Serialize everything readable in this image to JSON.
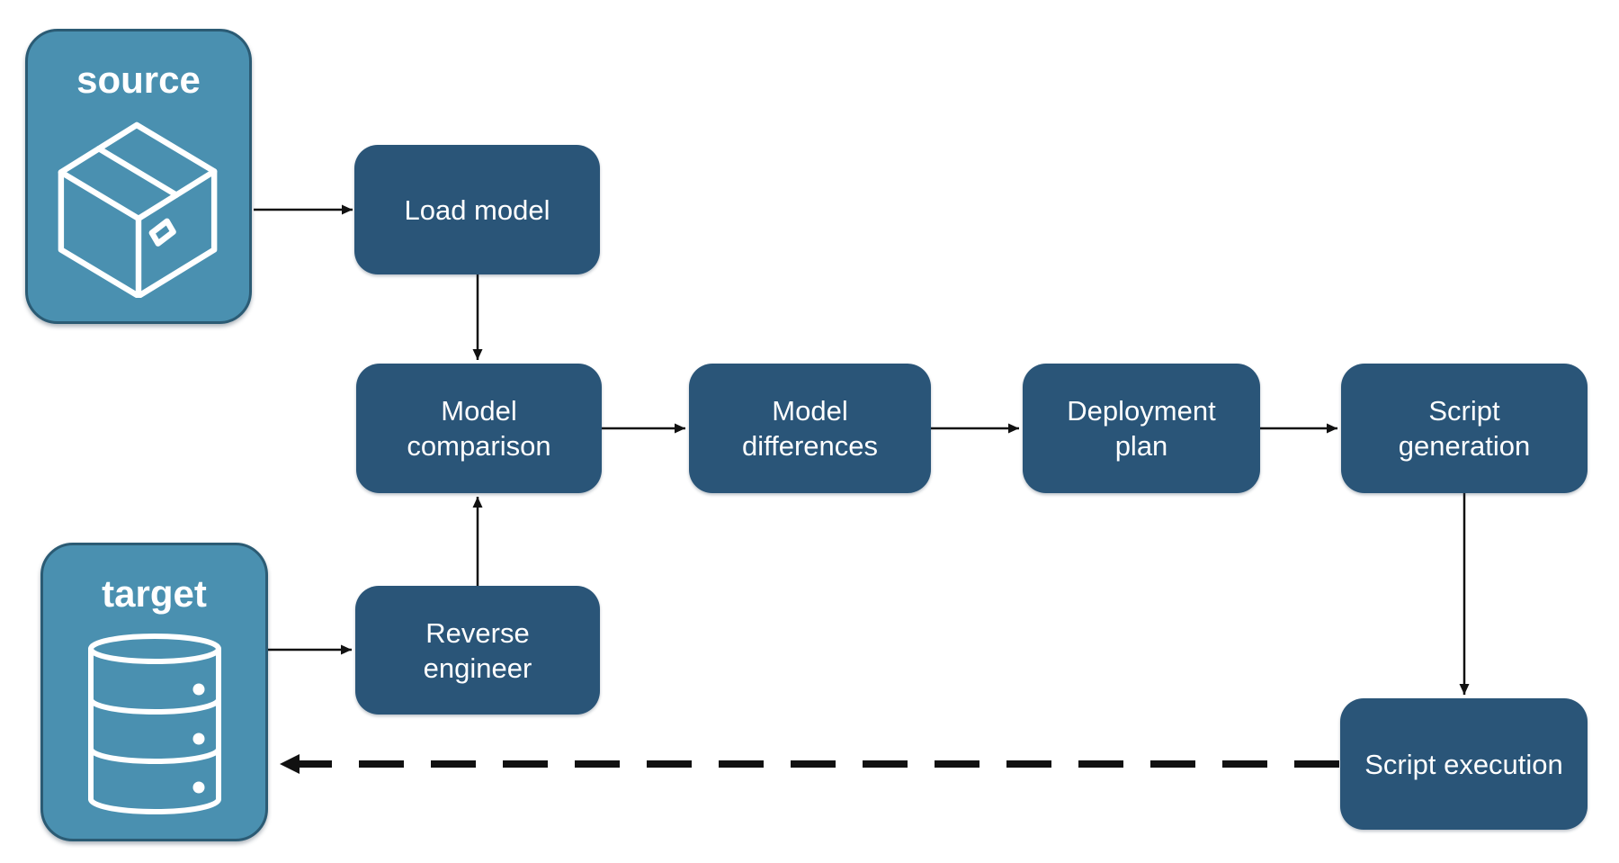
{
  "diagram": {
    "background": "#ffffff",
    "endpoints": [
      {
        "id": "source",
        "label": "source",
        "icon": "package-icon"
      },
      {
        "id": "target",
        "label": "target",
        "icon": "database-icon"
      }
    ],
    "nodes": [
      {
        "id": "load-model",
        "label": "Load model"
      },
      {
        "id": "model-comparison",
        "label": "Model comparison"
      },
      {
        "id": "model-differences",
        "label": "Model differences"
      },
      {
        "id": "deployment-plan",
        "label": "Deployment plan"
      },
      {
        "id": "script-generation",
        "label": "Script generation"
      },
      {
        "id": "reverse-engineer",
        "label": "Reverse engineer"
      },
      {
        "id": "script-execution",
        "label": "Script execution"
      }
    ],
    "edges": [
      {
        "from": "source",
        "to": "load-model",
        "style": "solid"
      },
      {
        "from": "load-model",
        "to": "model-comparison",
        "style": "solid"
      },
      {
        "from": "model-comparison",
        "to": "model-differences",
        "style": "solid"
      },
      {
        "from": "model-differences",
        "to": "deployment-plan",
        "style": "solid"
      },
      {
        "from": "deployment-plan",
        "to": "script-generation",
        "style": "solid"
      },
      {
        "from": "target",
        "to": "reverse-engineer",
        "style": "solid"
      },
      {
        "from": "reverse-engineer",
        "to": "model-comparison",
        "style": "solid"
      },
      {
        "from": "script-generation",
        "to": "script-execution",
        "style": "solid"
      },
      {
        "from": "script-execution",
        "to": "target",
        "style": "dashed"
      }
    ]
  },
  "colors": {
    "background": "#ffffff",
    "node_fill": "#2A5578",
    "node_text": "#FFFFFF",
    "endpoint_fill": "#4A90B0",
    "endpoint_border": "#2B5B74",
    "endpoint_text": "#FFFFFF",
    "arrow": "#111111"
  }
}
